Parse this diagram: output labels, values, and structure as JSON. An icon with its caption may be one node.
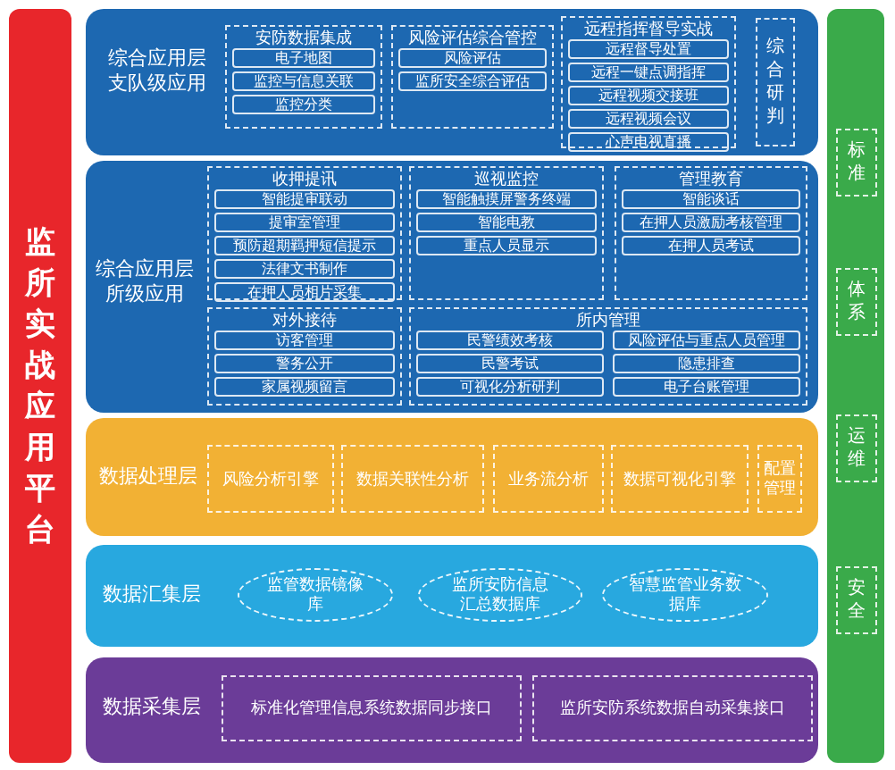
{
  "diagram": {
    "nodes": [
      {
        "text": [
          "监所实战应用平台"
        ]
      },
      {
        "text": [
          "综合应用层支队级应用"
        ]
      },
      {
        "text": [
          "安防数据集成"
        ],
        "in": 1
      },
      {
        "text": [
          "电子地图"
        ],
        "in": 2
      },
      {
        "text": [
          "监控与信息关联"
        ],
        "in": 2
      },
      {
        "text": [
          "监控分类"
        ],
        "in": 2
      },
      {
        "text": [
          "风险评估综合管控"
        ],
        "in": 1
      },
      {
        "text": [
          "风险评估"
        ],
        "in": 6
      },
      {
        "text": [
          "监所安全综合评估"
        ],
        "in": 6
      },
      {
        "text": [
          "远程指挥督导实战"
        ],
        "in": 1
      },
      {
        "text": [
          "远程督导处置"
        ],
        "in": 9
      },
      {
        "text": [
          "远程一键点调指挥"
        ],
        "in": 9
      },
      {
        "text": [
          "远程视频交接班"
        ],
        "in": 9
      },
      {
        "text": [
          "远程视频会议"
        ],
        "in": 9
      },
      {
        "text": [
          "心声电视直播"
        ],
        "in": 9
      },
      {
        "text": [
          "综合研判"
        ],
        "in": 1
      },
      {
        "text": [
          "综合应用层所级应用"
        ]
      },
      {
        "text": [
          "收押提讯"
        ],
        "in": 16
      },
      {
        "text": [
          "智能提审联动"
        ],
        "in": 17
      },
      {
        "text": [
          "提审室管理"
        ],
        "in": 17
      },
      {
        "text": [
          "预防超期羁押短信提示"
        ],
        "in": 17
      },
      {
        "text": [
          "法律文书制作"
        ],
        "in": 17
      },
      {
        "text": [
          "在押人员相片采集"
        ],
        "in": 17
      },
      {
        "text": [
          "巡视监控"
        ],
        "in": 16
      },
      {
        "text": [
          "智能触摸屏警务终端"
        ],
        "in": 23
      },
      {
        "text": [
          "智能电教"
        ],
        "in": 23
      },
      {
        "text": [
          "重点人员显示"
        ],
        "in": 23
      },
      {
        "text": [
          "管理教育"
        ],
        "in": 16
      },
      {
        "text": [
          "智能谈话"
        ],
        "in": 27
      },
      {
        "text": [
          "在押人员激励考核管理"
        ],
        "in": 27
      },
      {
        "text": [
          "在押人员考试"
        ],
        "in": 27
      },
      {
        "text": [
          "对外接待"
        ],
        "in": 16
      },
      {
        "text": [
          "访客管理"
        ],
        "in": 31
      },
      {
        "text": [
          "警务公开"
        ],
        "in": 31
      },
      {
        "text": [
          "家属视频留言"
        ],
        "in": 31
      },
      {
        "text": [
          "所内管理"
        ],
        "in": 16
      },
      {
        "text": [
          "民警绩效考核"
        ],
        "in": 35
      },
      {
        "text": [
          "风险评估与重点人员管理"
        ],
        "in": 35
      },
      {
        "text": [
          "民警考试"
        ],
        "in": 35
      },
      {
        "text": [
          "隐患排查"
        ],
        "in": 35
      },
      {
        "text": [
          "可视化分析研判"
        ],
        "in": 35
      },
      {
        "text": [
          "电子台账管理"
        ],
        "in": 35
      },
      {
        "text": [
          "数据处理层"
        ]
      },
      {
        "text": [
          "风险分析引擎"
        ],
        "in": 42
      },
      {
        "text": [
          "数据关联性分析"
        ],
        "in": 42
      },
      {
        "text": [
          "业务流分析"
        ],
        "in": 42
      },
      {
        "text": [
          "数据可视化引擎"
        ],
        "in": 42
      },
      {
        "text": [
          "配置管理"
        ],
        "in": 42
      },
      {
        "text": [
          "数据汇集层"
        ]
      },
      {
        "text": [
          "监管数据镜像库"
        ],
        "in": 48
      },
      {
        "text": [
          "监所安防信息汇总数据库"
        ],
        "in": 48
      },
      {
        "text": [
          "智慧监管业务数据库"
        ],
        "in": 48
      },
      {
        "text": [
          "数据采集层"
        ]
      },
      {
        "text": [
          "标准化管理信息系统数据同步接口"
        ],
        "in": 52
      },
      {
        "text": [
          "监所安防系统数据自动采集接口"
        ],
        "in": 52
      },
      {
        "text": [],
        "shape": "bar"
      },
      {
        "text": [
          "标准"
        ],
        "in": 55
      },
      {
        "text": [
          "体系"
        ],
        "in": 55
      },
      {
        "text": [
          "运维"
        ],
        "in": 55
      },
      {
        "text": [
          "安全"
        ],
        "in": 55
      }
    ]
  }
}
